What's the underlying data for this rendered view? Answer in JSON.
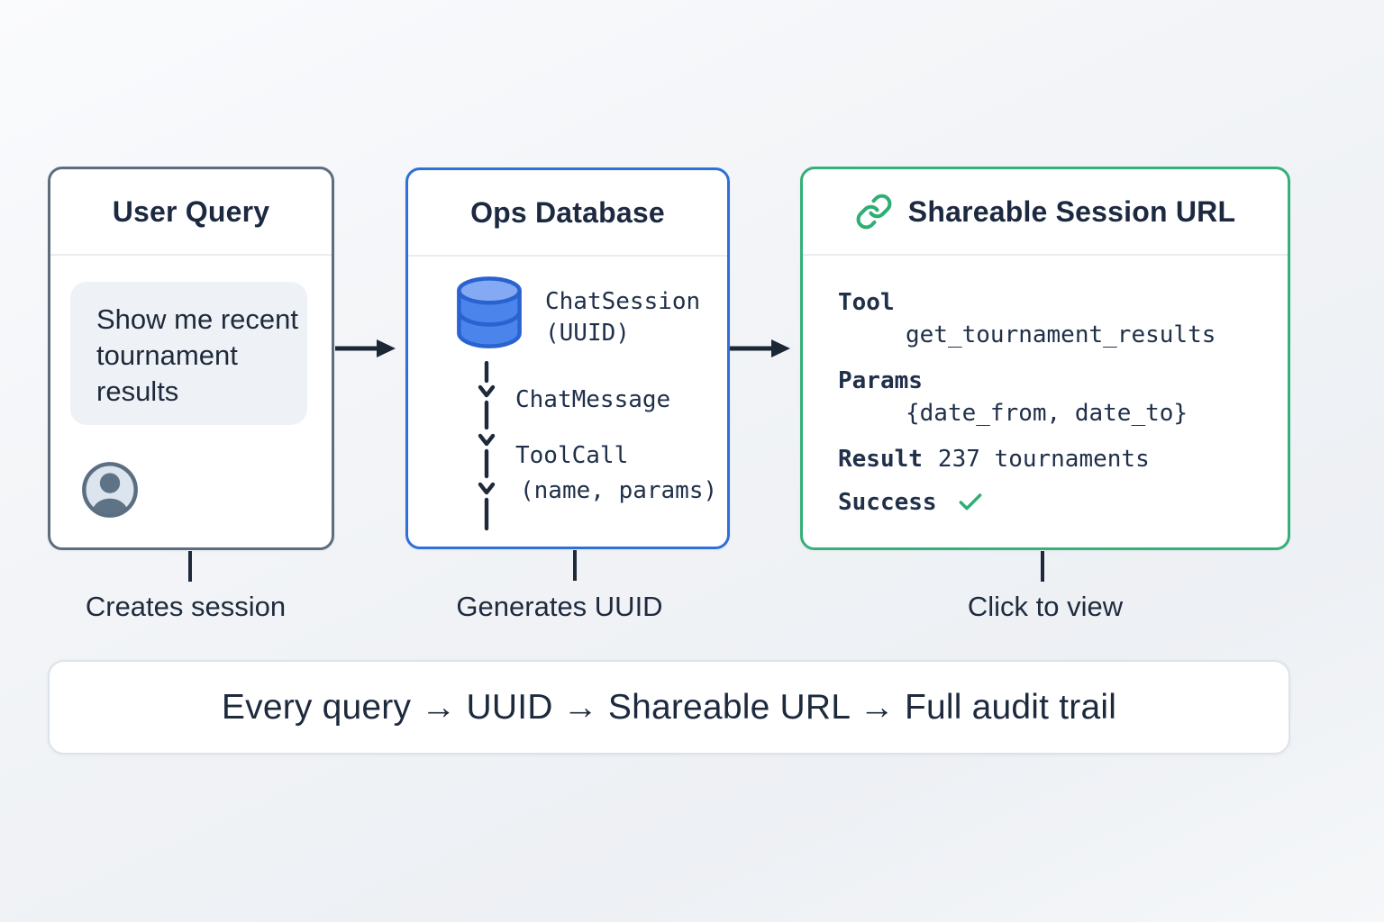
{
  "colors": {
    "ink": "#1e293b",
    "slate_border": "#5d6d7e",
    "blue_border": "#2e6fd9",
    "green_border": "#35b078",
    "green_accent": "#2fae74",
    "db_body_blue": "#4b85ec",
    "db_top_blue": "#83aaf2",
    "db_stroke_blue": "#2a63cf",
    "bubble_bg": "#eef1f6"
  },
  "user_query_box": {
    "title": "User Query",
    "bubble_text": "Show me recent tournament results",
    "avatar_icon": "user-avatar-icon",
    "caption": "Creates session"
  },
  "ops_database_box": {
    "title": "Ops Database",
    "db_icon": "database-icon",
    "entity1_line1": "ChatSession",
    "entity1_line2": "(UUID)",
    "entity2": "ChatMessage",
    "entity3_line1": "ToolCall",
    "entity3_line2": "(name, params)",
    "caption": "Generates UUID"
  },
  "shareable_box": {
    "title": "Shareable Session URL",
    "link_icon": "link-icon",
    "tool_label": "Tool",
    "tool_value": "get_tournament_results",
    "params_label": "Params",
    "params_value": "{date_from, date_to}",
    "result_label": "Result",
    "result_value": "237 tournaments",
    "success_label": "Success",
    "success_icon": "check-icon",
    "caption": "Click to view"
  },
  "banner": {
    "text": "Every query → UUID → Shareable URL → Full audit trail"
  }
}
